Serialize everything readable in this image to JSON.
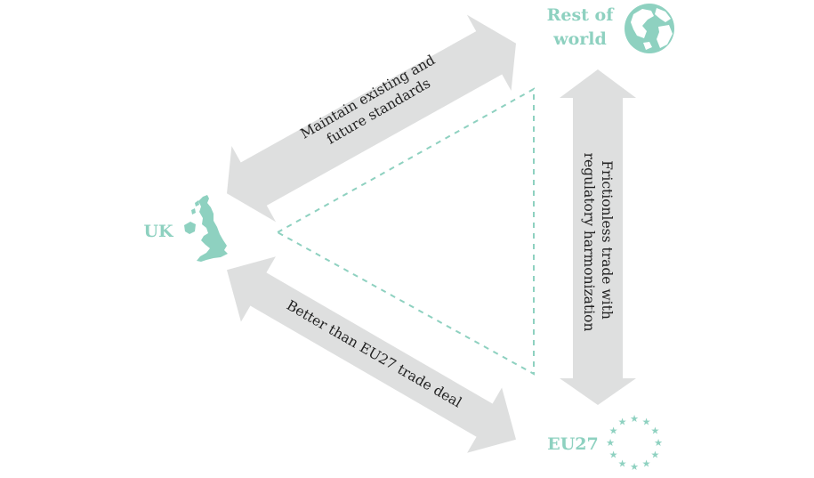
{
  "nodes": {
    "uk": {
      "label": "UK"
    },
    "rest_of_world": {
      "line1": "Rest of",
      "line2": "world"
    },
    "eu27": {
      "label": "EU27"
    }
  },
  "arrows": {
    "uk_row": {
      "line1": "Maintain existing and",
      "line2": "future standards"
    },
    "uk_eu27": {
      "line1": "Better than EU27 trade deal"
    },
    "row_eu27": {
      "line1": "Frictionless trade with",
      "line2": "regulatory harmonization"
    }
  },
  "colors": {
    "arrow_fill": "#dedfdf",
    "accent": "#8ed1c0",
    "text": "#222222",
    "dashed_line": "#8ed1c0"
  },
  "icons": {
    "uk": "uk-map-icon",
    "rest_of_world": "globe-icon",
    "eu27": "eu-stars-icon"
  }
}
